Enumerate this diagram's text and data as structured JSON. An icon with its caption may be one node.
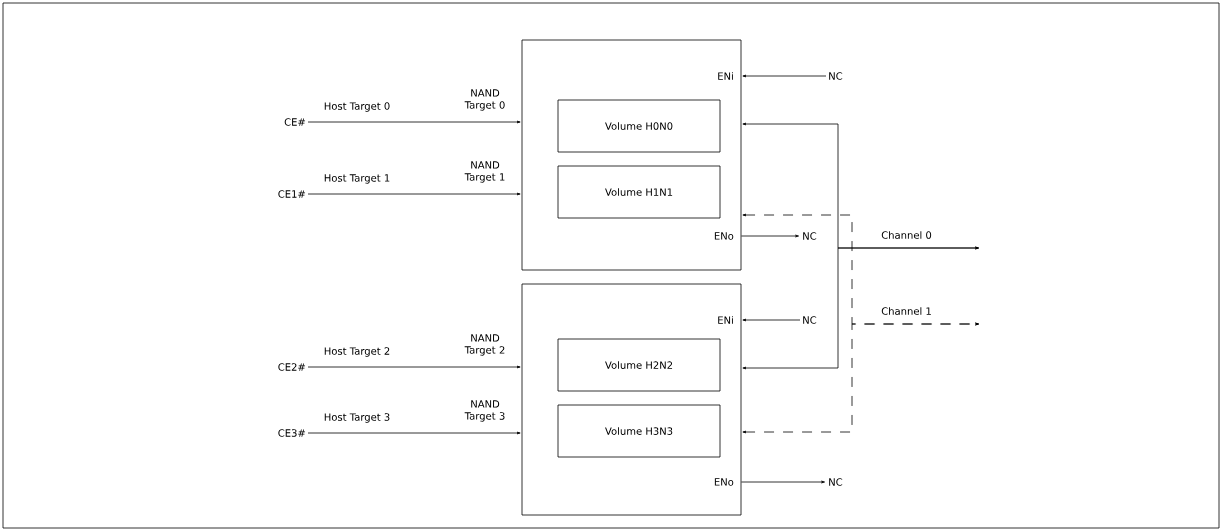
{
  "diagram": {
    "nodes": [
      {
        "text": [
          "ENi",
          "ENo"
        ]
      },
      {
        "text": [
          "Volume H0N0"
        ],
        "in": 0
      },
      {
        "text": [
          "Volume H1N1"
        ],
        "in": 0
      },
      {
        "text": [
          "ENi",
          "ENo"
        ]
      },
      {
        "text": [
          "Volume H2N2"
        ],
        "in": 3
      },
      {
        "text": [
          "Volume H3N3"
        ],
        "in": 3
      },
      {
        "text": [
          "CE#"
        ]
      },
      {
        "text": [
          "CE1#"
        ]
      },
      {
        "text": [
          "CE2#"
        ]
      },
      {
        "text": [
          "CE3#"
        ]
      },
      {
        "text": [
          "NC"
        ]
      },
      {
        "text": [
          "NC"
        ]
      },
      {
        "text": [
          "NC"
        ]
      },
      {
        "text": [
          "NC"
        ]
      }
    ],
    "edges": [
      {
        "from": 6,
        "to": 0,
        "arrow": "to",
        "label": "Host Target 0"
      },
      {
        "from": 7,
        "to": 0,
        "arrow": "to",
        "label": "Host Target 1"
      },
      {
        "from": 8,
        "to": 3,
        "arrow": "to",
        "label": "Host Target 2"
      },
      {
        "from": 9,
        "to": 3,
        "arrow": "to",
        "label": "Host Target 3"
      },
      {
        "from": 10,
        "to": 0,
        "arrow": "to"
      },
      {
        "from": 0,
        "to": 11,
        "arrow": "to"
      },
      {
        "from": 12,
        "to": 3,
        "arrow": "to"
      },
      {
        "from": 3,
        "to": 13,
        "arrow": "to"
      },
      {
        "from": 0,
        "to": null,
        "arrow": "both",
        "label": "Channel 0"
      },
      {
        "from": 3,
        "to": null,
        "arrow": "both"
      },
      {
        "from": 0,
        "to": null,
        "arrow": "both",
        "style": "dashed",
        "label": "Channel 1"
      },
      {
        "from": 3,
        "to": null,
        "arrow": "both",
        "style": "dashed"
      }
    ],
    "labels": [
      "NAND Target 0",
      "NAND Target 1",
      "NAND Target 2",
      "NAND Target 3"
    ]
  }
}
